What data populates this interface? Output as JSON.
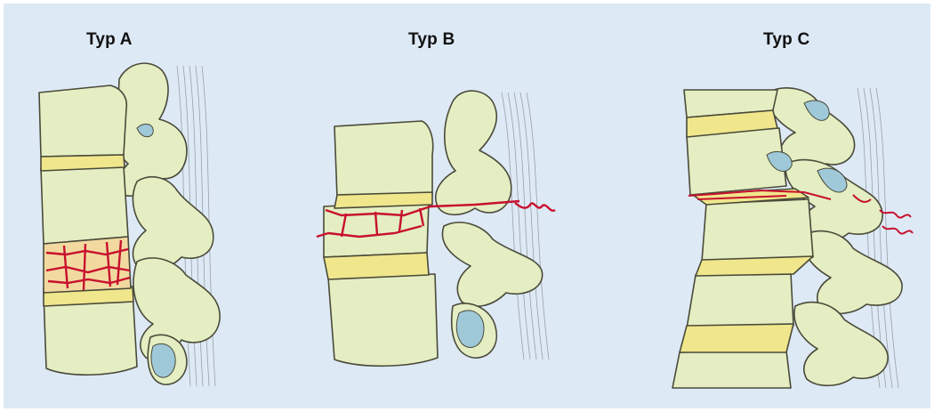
{
  "panels": [
    {
      "id": "a",
      "title": "Typ A"
    },
    {
      "id": "b",
      "title": "Typ B"
    },
    {
      "id": "c",
      "title": "Typ C"
    }
  ],
  "colors": {
    "background": "#dde9f5",
    "bone": "#e4eec2",
    "bone_shade": "#c9db97",
    "disc": "#f0e68c",
    "outline": "#4a4a3a",
    "fracture": "#c8102e",
    "ligament_tissue": "#9fc8d8"
  }
}
